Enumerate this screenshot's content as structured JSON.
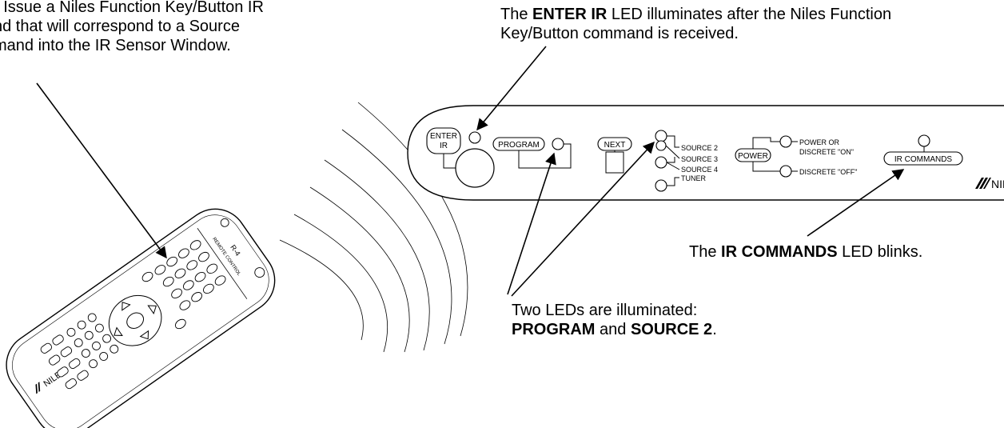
{
  "captions": {
    "step": [
      "- Issue a Niles Function Key/Button IR",
      "nd that will correspond to a Source",
      "mand into the IR Sensor Window."
    ],
    "enter_ir": {
      "pre": "The ",
      "bold": "ENTER IR",
      "post": " LED illuminates after the Niles Function",
      "line2": "Key/Button command is received."
    },
    "ir_commands": {
      "pre": "The ",
      "bold": "IR COMMANDS",
      "post": " LED blinks."
    },
    "leds": {
      "line1": "Two LEDs are illuminated:",
      "bold1": "PROGRAM",
      "mid": " and ",
      "bold2": "SOURCE 2",
      "end": "."
    }
  },
  "panel": {
    "enter_line1": "ENTER",
    "enter_line2": "IR",
    "program": "PROGRAM",
    "next": "NEXT",
    "sources": [
      "SOURCE 2",
      "SOURCE 3",
      "SOURCE 4",
      "TUNER"
    ],
    "power": "POWER",
    "power_on_line1": "POWER OR",
    "power_on_line2": "DISCRETE \"ON\"",
    "power_off": "DISCRETE \"OFF\"",
    "ir_commands": "IR COMMANDS",
    "logo": "NILE"
  },
  "remote": {
    "logo": "NILES",
    "model_line1": "R-4",
    "model_line2": "REMOTE CONTROL"
  }
}
